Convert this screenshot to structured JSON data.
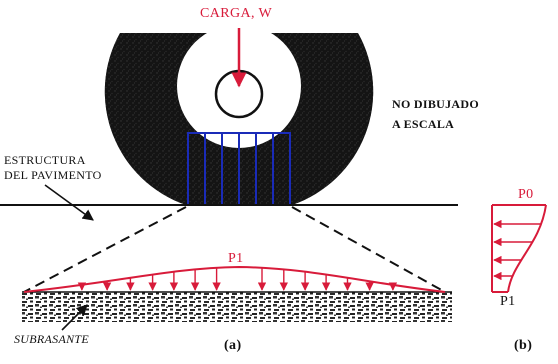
{
  "labels": {
    "load": "CARGA, W",
    "not_to_scale_line1": "NO DIBUJADO",
    "not_to_scale_line2": "A ESCALA",
    "structure_line1": "ESTRUCTURA",
    "structure_line2": "DEL PAVIMENTO",
    "subgrade": "SUBRASANTE",
    "p1_main": "P1",
    "p0_side": "P0",
    "p1_side": "P1",
    "panel_a": "(a)",
    "panel_b": "(b)"
  },
  "colors": {
    "ink": "#111111",
    "red": "#d81b3a",
    "blue": "#1a2bb8",
    "tire": "#161616",
    "wheel_fill": "#ffffff"
  }
}
